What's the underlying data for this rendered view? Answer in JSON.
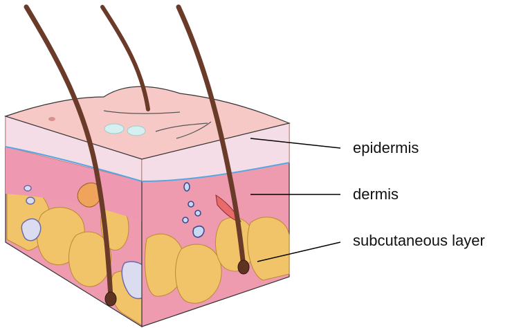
{
  "labels": {
    "epidermis": "epidermis",
    "dermis": "dermis",
    "subcutaneous": "subcutaneous layer"
  },
  "colors": {
    "surface": "#f6c9c7",
    "epidermis": "#f3d9e3",
    "dermis": "#ec9fb4",
    "fat": "#f2c46a",
    "hair": "#6b3b2a",
    "leader": "#000000"
  }
}
